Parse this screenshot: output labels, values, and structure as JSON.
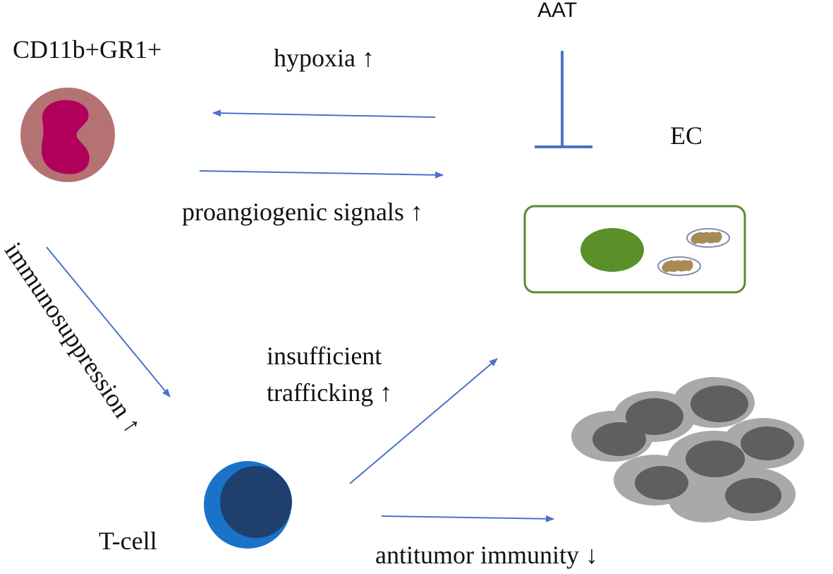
{
  "labels": {
    "cd11b": "CD11b+GR1+",
    "hypoxia": "hypoxia ↑",
    "aat": "AAT",
    "ec": "EC",
    "proangiogenic": "proangiogenic signals ↑",
    "immunosuppression": "immunosuppression ↑",
    "insufficient_line1": "insufficient",
    "insufficient_line2": "trafficking ↑",
    "tcell": "T-cell",
    "antitumor": "antitumor immunity ↓"
  },
  "colors": {
    "arrow": "#4a72c8",
    "inhibitor": "#4a72c8",
    "myeloid_outer": "#b57272",
    "myeloid_nucleus": "#b0005a",
    "ec_border": "#5c8a2e",
    "ec_nucleus": "#5a8f2a",
    "mitochondria": "#a88a55",
    "tcell_outer": "#1a73c8",
    "tcell_inner": "#1f3f6e",
    "tumor_outer": "#a9a9a9",
    "tumor_inner": "#5f5f5f"
  }
}
